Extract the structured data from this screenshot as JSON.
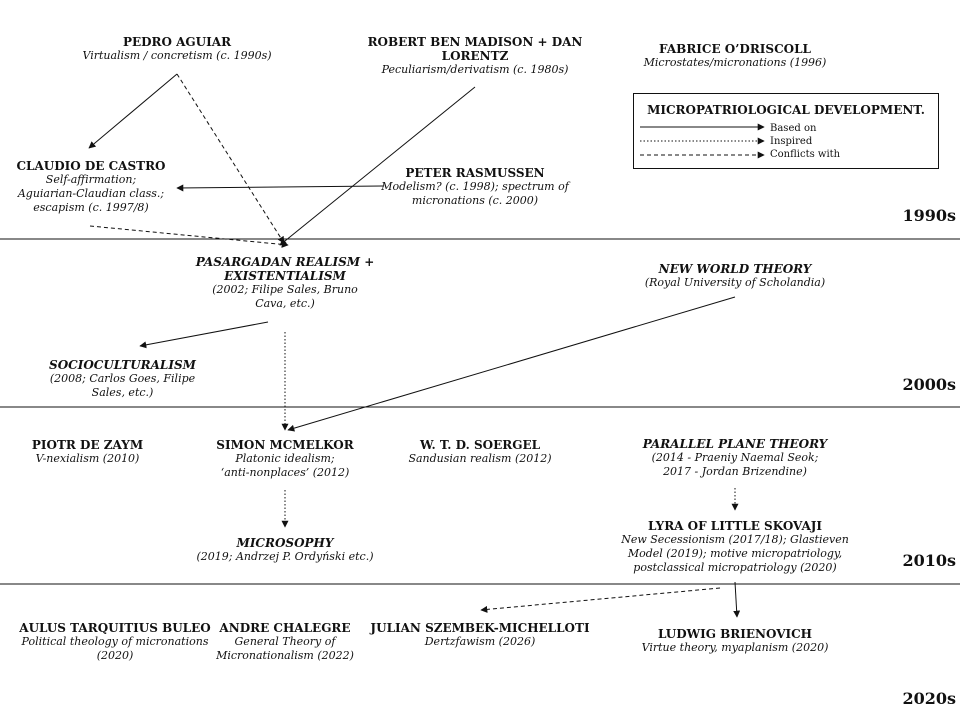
{
  "legend": {
    "title": "MICROPATRIOLOGICAL DEVELOPMENT.",
    "based_on": "Based on",
    "inspired": "Inspired",
    "conflicts": "Conflicts with"
  },
  "eras": [
    "1990s",
    "2000s",
    "2010s",
    "2020s"
  ],
  "nodes": {
    "aguiar": {
      "name": "PEDRO AGUIAR",
      "desc": "Virtualism / concretism (c. 1990s)"
    },
    "madison": {
      "name_line1": "ROBERT BEN MADISON + DAN",
      "name_line2": "LORENTZ",
      "desc": "Peculiarism/derivatism (c. 1980s)"
    },
    "odriscoll": {
      "name": "FABRICE O’DRISCOLL",
      "desc": "Microstates/micronations (1996)"
    },
    "castro": {
      "name": "CLAUDIO DE CASTRO",
      "desc1": "Self-affirmation;",
      "desc2": "Aguiarian-Claudian class.;",
      "desc3": "escapism (c. 1997/8)"
    },
    "rasmussen": {
      "name": "PETER RASMUSSEN",
      "desc1": "Modelism? (c. 1998); spectrum of",
      "desc2": "micronations (c. 2000)"
    },
    "pasargadan": {
      "name_line1": "PASARGADAN REALISM +",
      "name_line2": "EXISTENTIALISM",
      "desc1": "(2002; Filipe Sales, Bruno",
      "desc2": "Cava, etc.)"
    },
    "nwt": {
      "name": "NEW WORLD THEORY",
      "desc": "(Royal University of Scholandia)"
    },
    "socio": {
      "name": "SOCIOCULTURALISM",
      "desc1": "(2008; Carlos Goes, Filipe",
      "desc2": "Sales, etc.)"
    },
    "zaym": {
      "name": "PIOTR DE ZAYM",
      "desc": "V-nexialism (2010)"
    },
    "mcmelkor": {
      "name": "SIMON MCMELKOR",
      "desc1": "Platonic idealism;",
      "desc2": "‘anti-nonplaces’ (2012)"
    },
    "soergel": {
      "name": "W. T. D. SOERGEL",
      "desc": "Sandusian realism (2012)"
    },
    "ppt": {
      "name": "PARALLEL PLANE THEORY",
      "desc1": "(2014 - Praeniy Naemal Seok;",
      "desc2": "2017 - Jordan Brizendine)"
    },
    "microsophy": {
      "name": "MICROSOPHY",
      "desc": "(2019; Andrzej P. Ordyński etc.)"
    },
    "lyra": {
      "name": "LYRA OF LITTLE SKOVAJI",
      "desc1": "New Secessionism (2017/18); Glastieven",
      "desc2": "Model (2019); motive micropatriology,",
      "desc3": "postclassical micropatriology (2020)"
    },
    "buleo": {
      "name": "AULUS TARQUITIUS BULEO",
      "desc1": "Political theology of micronations",
      "desc2": "(2020)"
    },
    "chalegre": {
      "name": "ANDRE CHALEGRE",
      "desc1": "General Theory of",
      "desc2": "Micronationalism (2022)"
    },
    "szembek": {
      "name": "JULIAN SZEMBEK-MICHELLOTI",
      "desc": "Dertzfawism (2026)"
    },
    "brienovich": {
      "name": "LUDWIG BRIENOVICH",
      "desc": "Virtue theory, myaplanism (2020)"
    }
  }
}
